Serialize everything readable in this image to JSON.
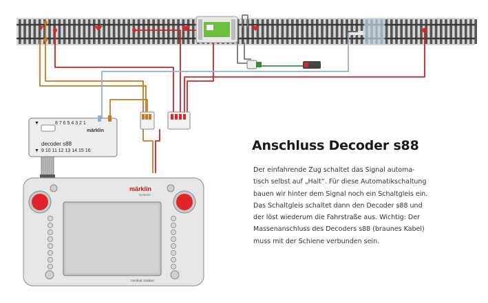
{
  "title": "Anschluss Decoder s88",
  "description": [
    "Der einfahrende Zug schaltet das Signal automa-",
    "tisch selbst auf „Halt“. Für diese Automatikschaltung",
    "bauen wir hinter dem Signal noch ein Schaltgleis ein.",
    "Das Schaltgleis schaltet dann den Decoder s88 und",
    "der löst wiederum die Fahrstraße aus. Wichtig: Der",
    "Massenanschluss des Decoders s88 (braunes Kabel)",
    "muss mit der Schiene verbunden sein."
  ],
  "decoder": {
    "label": "decoder s88",
    "top_pins": "8  7  6  5  4  3  2  1",
    "bottom_pins": "9  10 11 12 13 14 15 16",
    "brand": "märklin"
  },
  "central_station": {
    "brand": "märklin",
    "sub_brand": "systems",
    "label": "central station"
  },
  "colors": {
    "wire_red": "#d42020",
    "wire_brown": "#c8781e",
    "wire_blue": "#8fb0c8",
    "wire_green": "#3a8a3a",
    "track_sleeper": "#555555",
    "signal_red": "#e0252a",
    "decoder_board": "#6cc040"
  }
}
